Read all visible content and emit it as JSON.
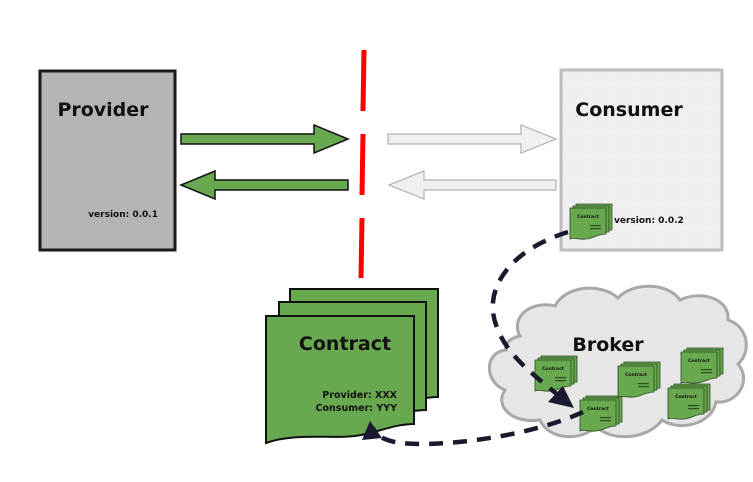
{
  "diagram": {
    "provider": {
      "title": "Provider",
      "version": "version: 0.0.1",
      "fill": "#b4b4b4",
      "border": "#1a1a1a"
    },
    "consumer": {
      "title": "Consumer",
      "version": "version: 0.0.2",
      "fill": "#f0f0f0",
      "border": "#bdbdbd"
    },
    "contract": {
      "title": "Contract",
      "provider_line": "Provider: XXX",
      "consumer_line": "Consumer: YYY",
      "fill": "#68a84f"
    },
    "mini_contract": {
      "title": "Contract"
    },
    "broker": {
      "title": "Broker",
      "fill": "#e6e6e6",
      "border": "#a8a8a8",
      "contract_count": 5
    },
    "boundary_color": "#ff0000",
    "active_arrow_color": "#68a84f",
    "inactive_arrow_color": "#f0f0f0",
    "flow_path_color": "#1a1a2e",
    "arrows": [
      {
        "name": "provider-to-boundary",
        "direction": "right",
        "active": true
      },
      {
        "name": "boundary-to-provider",
        "direction": "left",
        "active": true
      },
      {
        "name": "boundary-to-consumer",
        "direction": "right",
        "active": false
      },
      {
        "name": "consumer-to-boundary",
        "direction": "left",
        "active": false
      }
    ],
    "flows": [
      {
        "name": "consumer-to-broker",
        "from": "Consumer",
        "to": "Broker"
      },
      {
        "name": "broker-to-contract",
        "from": "Broker",
        "to": "Contract"
      }
    ]
  }
}
